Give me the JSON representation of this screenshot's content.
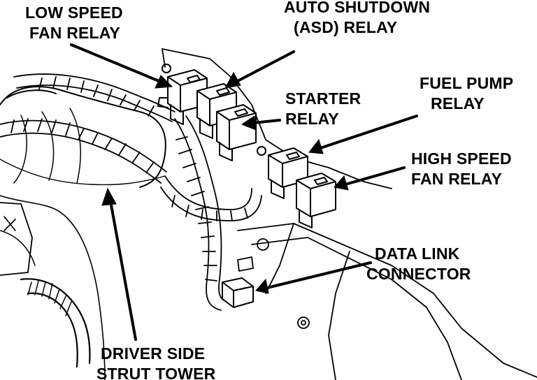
{
  "labels": {
    "low_speed_fan_relay": [
      "LOW SPEED",
      "FAN RELAY"
    ],
    "asd_relay": [
      "AUTO SHUTDOWN",
      "(ASD) RELAY"
    ],
    "starter_relay": [
      "STARTER",
      "RELAY"
    ],
    "fuel_pump_relay": [
      "FUEL PUMP",
      "RELAY"
    ],
    "high_speed_fan_relay": [
      "HIGH SPEED",
      "FAN RELAY"
    ],
    "data_link_connector": [
      "DATA LINK",
      "CONNECTOR"
    ],
    "driver_side_strut_tower": [
      "DRIVER SIDE",
      "STRUT TOWER"
    ]
  },
  "colors": {
    "ink": "#000000",
    "paper": "#ffffff"
  }
}
